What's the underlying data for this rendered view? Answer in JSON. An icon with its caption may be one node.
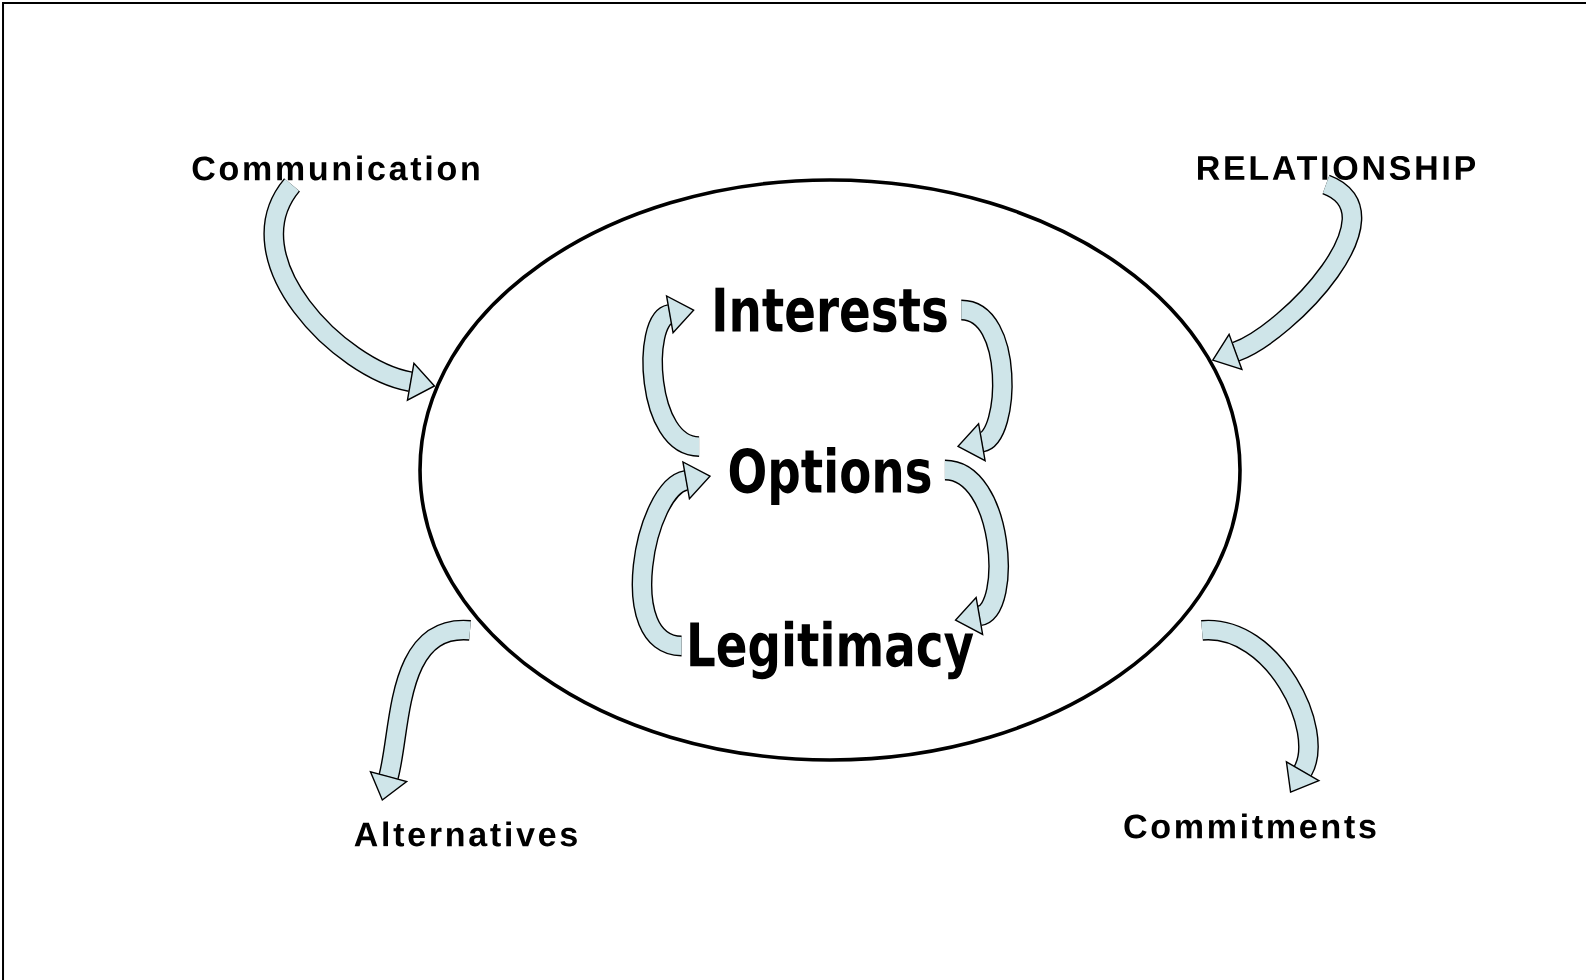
{
  "diagram": {
    "nodes": [
      {
        "text": [],
        "shape": "ellipse"
      },
      {
        "text": [
          "Interests"
        ],
        "in": 0
      },
      {
        "text": [
          "Options"
        ],
        "in": 0
      },
      {
        "text": [
          "Legitimacy"
        ],
        "in": 0
      },
      {
        "text": [
          "Communication"
        ]
      },
      {
        "text": [
          "RELATIONSHIP"
        ]
      },
      {
        "text": [
          "Alternatives"
        ]
      },
      {
        "text": [
          "Commitments"
        ]
      }
    ],
    "edges": [
      {
        "from": 4,
        "to": 0,
        "arrow": "to"
      },
      {
        "from": 5,
        "to": 0,
        "arrow": "to"
      },
      {
        "from": 0,
        "to": 6,
        "arrow": "to"
      },
      {
        "from": 0,
        "to": 7,
        "arrow": "to"
      },
      {
        "from": 1,
        "to": 2,
        "arrow": "to"
      },
      {
        "from": 2,
        "to": 3,
        "arrow": "to"
      },
      {
        "from": 3,
        "to": 2,
        "arrow": "to"
      },
      {
        "from": 2,
        "to": 1,
        "arrow": "to"
      }
    ]
  }
}
